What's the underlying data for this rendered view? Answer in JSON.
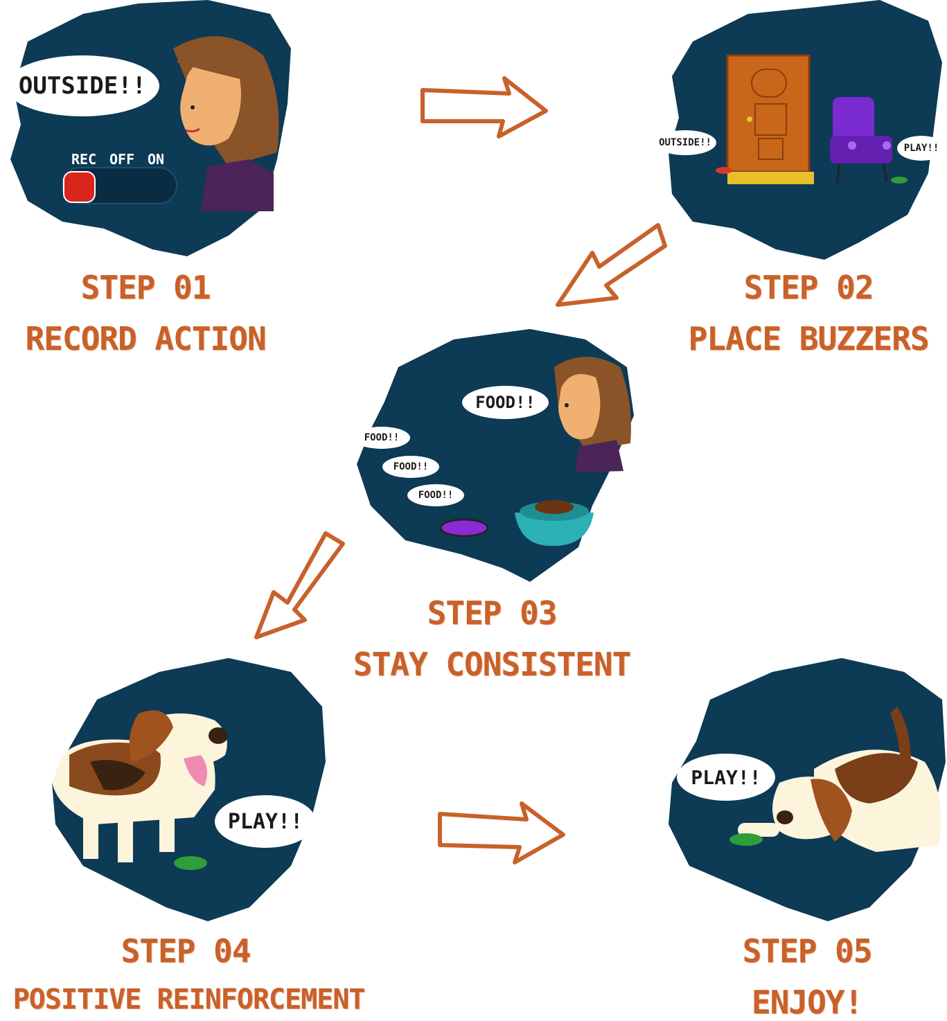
{
  "steps": [
    {
      "title": "STEP 01",
      "subtitle": "RECORD ACTION"
    },
    {
      "title": "STEP 02",
      "subtitle": "PLACE BUZZERS"
    },
    {
      "title": "STEP 03",
      "subtitle": "STAY CONSISTENT"
    },
    {
      "title": "STEP 04",
      "subtitle": "POSITIVE REINFORCEMENT"
    },
    {
      "title": "STEP 05",
      "subtitle": "ENJOY!"
    }
  ],
  "step1": {
    "bubble": "OUTSIDE!!",
    "switch_labels": [
      "REC",
      "OFF",
      "ON"
    ]
  },
  "step2": {
    "bubble_left": "OUTSIDE!!",
    "bubble_right": "PLAY!!"
  },
  "step3": {
    "bubble_main": "FOOD!!",
    "bubbles_small": [
      "FOOD!!",
      "FOOD!!",
      "FOOD!!"
    ]
  },
  "step4": {
    "bubble": "PLAY!!"
  },
  "step5": {
    "bubble": "PLAY!!"
  },
  "colors": {
    "blob": "#0d3a55",
    "accent": "#c8612a",
    "rec_button": "#d8261c",
    "buzzer_red": "#d83a2a",
    "buzzer_green": "#2f9e3a",
    "buzzer_purple": "#8a2bd6",
    "bowl": "#2ab0b5"
  }
}
